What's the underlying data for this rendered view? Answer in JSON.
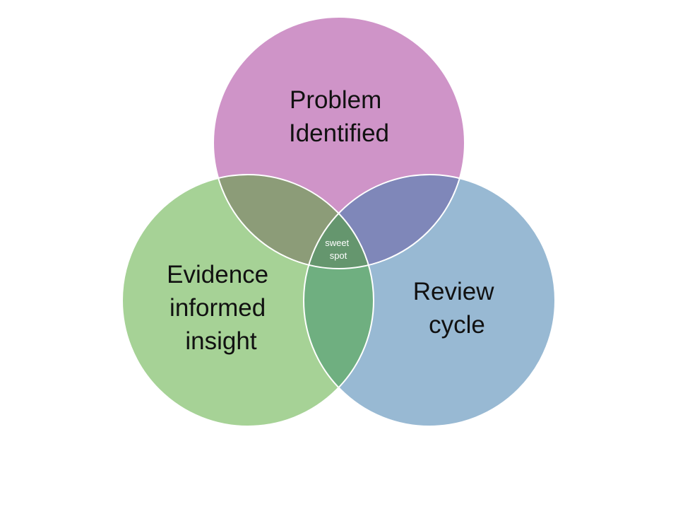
{
  "diagram": {
    "circles": [
      {
        "id": "problem",
        "label_lines": [
          "Problem",
          "Identified"
        ],
        "color": "#cf94c8"
      },
      {
        "id": "evidence",
        "label_lines": [
          "Evidence",
          "informed",
          "insight"
        ],
        "color": "#a6d296"
      },
      {
        "id": "review",
        "label_lines": [
          "Review",
          "cycle"
        ],
        "color": "#98b9d3"
      }
    ],
    "overlaps": {
      "problem_evidence": "#8c9c78",
      "problem_review": "#7f87b9",
      "evidence_review": "#6faf80"
    },
    "center": {
      "label_lines": [
        "sweet",
        "spot"
      ],
      "color": "#65966e"
    },
    "outline_color": "#ffffff"
  }
}
